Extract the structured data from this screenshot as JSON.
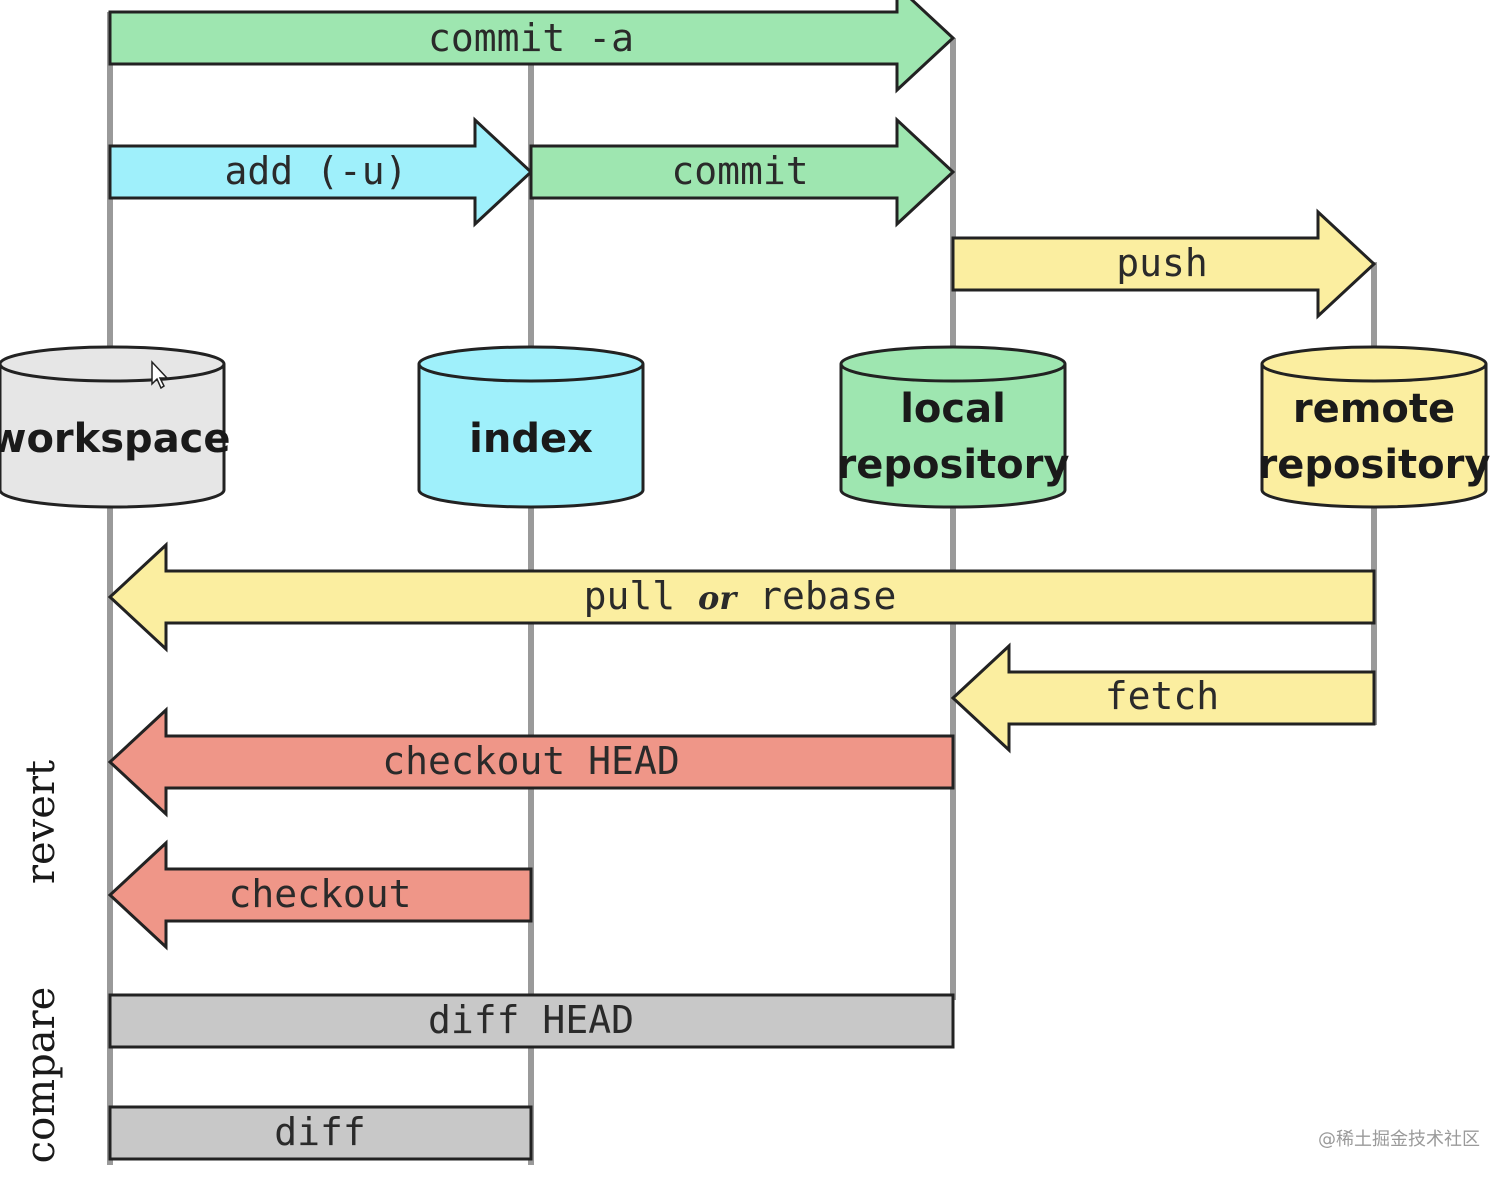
{
  "diagram": {
    "colors": {
      "green": "#9ee6b0",
      "cyan": "#9ff0fb",
      "yellow": "#fbeea0",
      "red": "#ef9688",
      "gray": "#c8c8c8",
      "workspace": "#e6e6e6",
      "lifeline": "#9a9a9a",
      "outline": "#222222"
    },
    "stores": {
      "workspace": {
        "line1": "workspace"
      },
      "index": {
        "line1": "index"
      },
      "local": {
        "line1": "local",
        "line2": "repository"
      },
      "remote": {
        "line1": "remote",
        "line2": "repository"
      }
    },
    "commands": {
      "commit_a": "commit -a",
      "add_u": "add (-u)",
      "commit": "commit",
      "push": "push",
      "pull": "pull",
      "or": "or",
      "rebase": "rebase",
      "fetch": "fetch",
      "checkout_head": "checkout HEAD",
      "checkout": "checkout",
      "diff_head": "diff HEAD",
      "diff": "diff"
    },
    "groups": {
      "revert": "revert",
      "compare": "compare"
    },
    "watermark": "@稀土掘金技术社区"
  }
}
